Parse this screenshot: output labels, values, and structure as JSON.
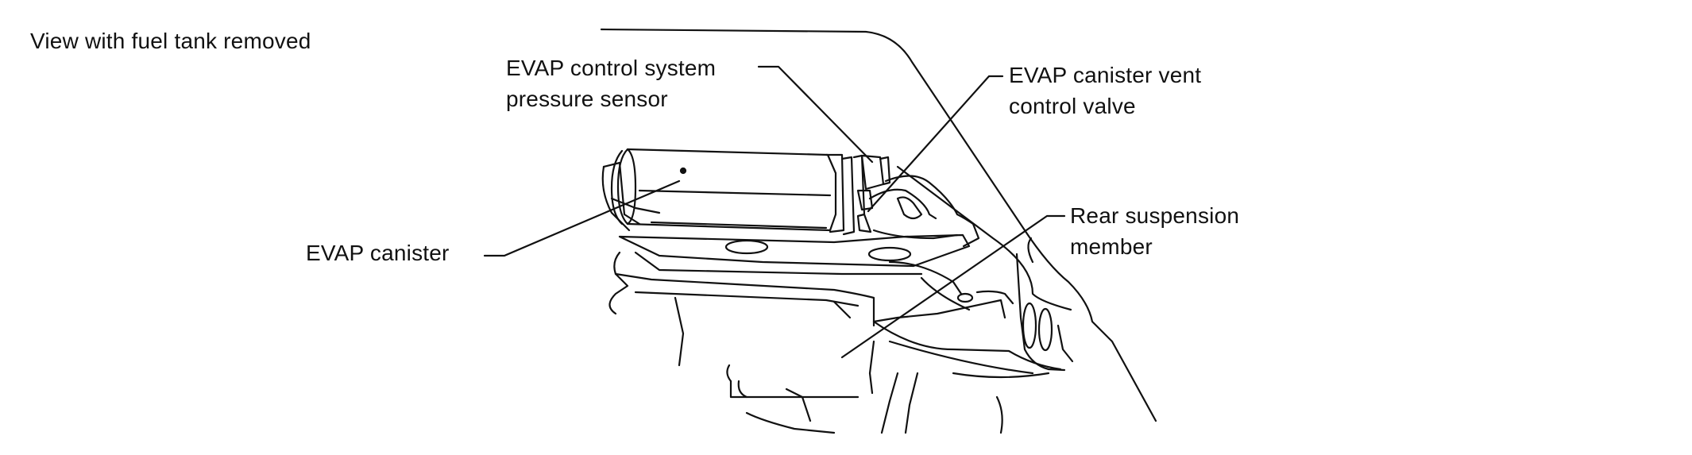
{
  "view_title": "View with fuel tank removed",
  "callouts": {
    "pressure_sensor": [
      "EVAP control system",
      "pressure sensor"
    ],
    "vent_valve": [
      "EVAP canister vent",
      "control valve"
    ],
    "rear_suspension": [
      "Rear suspension",
      "member"
    ],
    "canister": [
      "EVAP canister"
    ]
  },
  "colors": {
    "ink": "#111111",
    "background": "#ffffff"
  }
}
